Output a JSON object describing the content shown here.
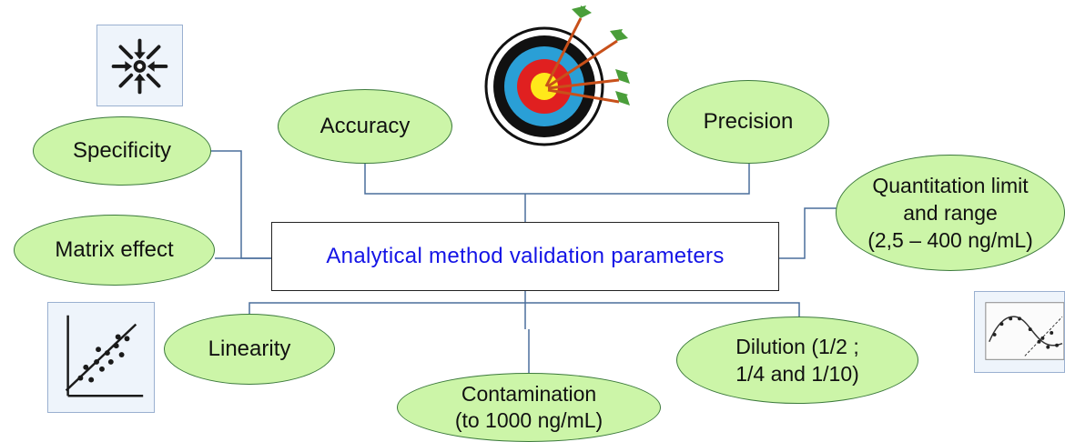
{
  "diagram": {
    "center": "Analytical method validation parameters",
    "nodes": {
      "specificity": "Specificity",
      "matrix_effect": "Matrix effect",
      "accuracy": "Accuracy",
      "precision": "Precision",
      "quantitation": "Quantitation limit\nand range\n(2,5 – 400 ng/mL)",
      "linearity": "Linearity",
      "contamination": "Contamination\n(to 1000 ng/mL)",
      "dilution": "Dilution (1/2 ;\n1/4 and 1/10)"
    },
    "icons": {
      "specificity": "converging-arrows-icon",
      "accuracy": "target-with-arrows-icon",
      "linearity": "scatter-plot-icon",
      "dilution": "curve-plot-icon"
    },
    "colors": {
      "node_fill": "#ccf5a8",
      "node_border": "#3c7a3c",
      "connector": "#4a6e9c",
      "center_text": "#1414e6"
    }
  }
}
